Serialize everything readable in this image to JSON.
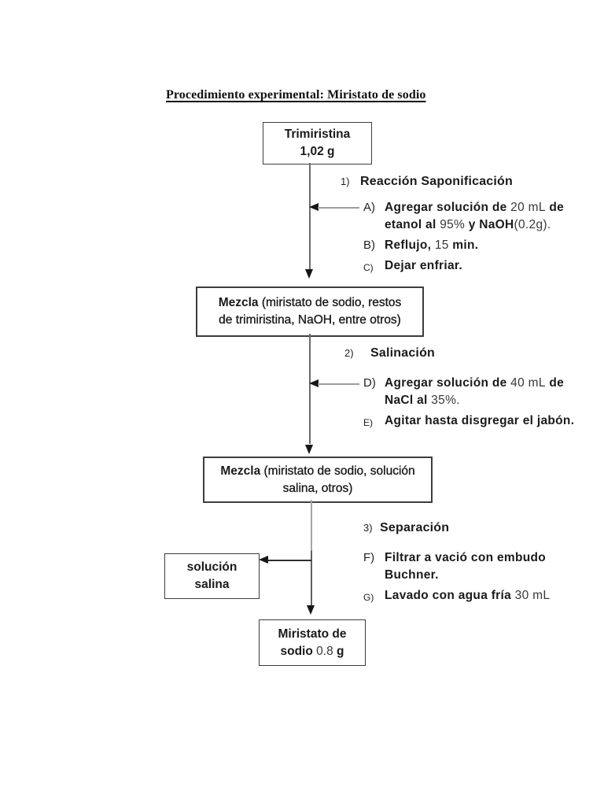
{
  "title": "Procedimiento experimental: Miristato de sodio",
  "boxes": {
    "trimiristina": {
      "line1": "Trimiristina",
      "line2": "1,02 g"
    },
    "mezcla1": {
      "label": "Mezcla",
      "line1_rest": " (miristato de sodio, restos",
      "line2": "de trimiristina, NaOH, entre otros)"
    },
    "mezcla2": {
      "label": "Mezcla",
      "line1_rest": " (miristato de sodio, solución",
      "line2": "salina, otros)"
    },
    "solucion_salina": {
      "line1": "solución",
      "line2": "salina"
    },
    "miristato": {
      "line1": "Miristato de",
      "line2_seg1": "sodio ",
      "line2_seg2": "0.8",
      "line2_seg3": " g"
    }
  },
  "sections": [
    {
      "number": "1)",
      "heading": "Reacción Saponificación",
      "steps": [
        {
          "label": "A)",
          "lines": [
            {
              "segs": [
                {
                  "t": "Agregar solución de ",
                  "w": "b"
                },
                {
                  "t": "20 mL",
                  "w": "n"
                },
                {
                  "t": " de",
                  "w": "b"
                }
              ]
            },
            {
              "segs": [
                {
                  "t": "etanol al ",
                  "w": "b"
                },
                {
                  "t": "95%",
                  "w": "n"
                },
                {
                  "t": " y NaOH",
                  "w": "b"
                },
                {
                  "t": "(0.2g).",
                  "w": "n"
                }
              ]
            }
          ]
        },
        {
          "label": "B)",
          "lines": [
            {
              "segs": [
                {
                  "t": "Reflujo, ",
                  "w": "b"
                },
                {
                  "t": "15",
                  "w": "n"
                },
                {
                  "t": " min.",
                  "w": "b"
                }
              ]
            }
          ]
        },
        {
          "label": "C)",
          "lines": [
            {
              "segs": [
                {
                  "t": "Dejar enfriar.",
                  "w": "b"
                }
              ]
            }
          ]
        }
      ]
    },
    {
      "number": "2)",
      "heading": "Salinación",
      "steps": [
        {
          "label": "D)",
          "lines": [
            {
              "segs": [
                {
                  "t": "Agregar solución de ",
                  "w": "b"
                },
                {
                  "t": "40 mL",
                  "w": "n"
                },
                {
                  "t": " de",
                  "w": "b"
                }
              ]
            },
            {
              "segs": [
                {
                  "t": "NaCl al ",
                  "w": "b"
                },
                {
                  "t": "35%.",
                  "w": "n"
                }
              ]
            }
          ]
        },
        {
          "label": "E)",
          "lines": [
            {
              "segs": [
                {
                  "t": "Agitar hasta disgregar el jabón.",
                  "w": "b"
                }
              ]
            }
          ]
        }
      ]
    },
    {
      "number": "3)",
      "heading": "Separación",
      "steps": [
        {
          "label": "F)",
          "lines": [
            {
              "segs": [
                {
                  "t": "Filtrar a vació con embudo",
                  "w": "b"
                }
              ]
            },
            {
              "segs": [
                {
                  "t": "Buchner.",
                  "w": "b"
                }
              ]
            }
          ]
        },
        {
          "label": "G)",
          "lines": [
            {
              "segs": [
                {
                  "t": "Lavado con agua fría ",
                  "w": "b"
                },
                {
                  "t": "30 mL",
                  "w": "n"
                }
              ]
            }
          ]
        }
      ]
    }
  ],
  "colors": {
    "text": "#1a1a1a",
    "box_border": "#3d3d3d",
    "spine_gray": "#6b6b6b",
    "connector_light_gray": "#9c9c9c",
    "arrowhead": "#161616",
    "background": "#ffffff"
  }
}
